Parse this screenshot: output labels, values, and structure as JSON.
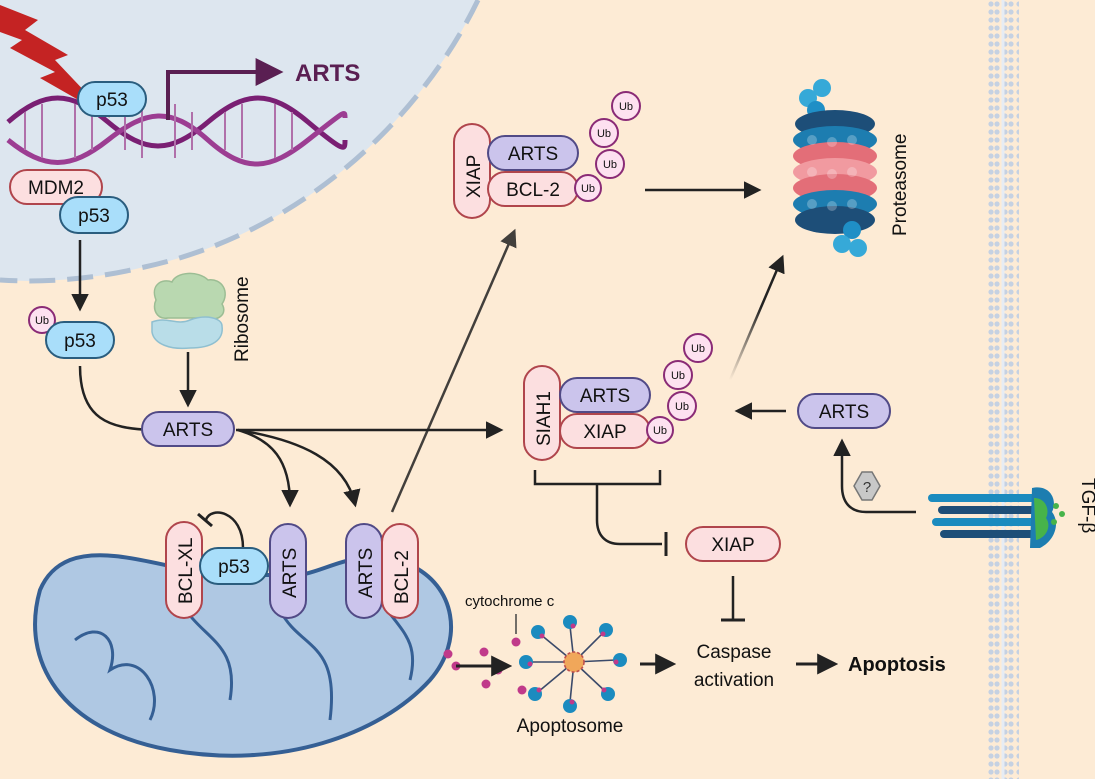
{
  "labels": {
    "arts_gene": "ARTS",
    "p53": "p53",
    "mdm2": "MDM2",
    "ub": "Ub",
    "arts": "ARTS",
    "ribosome": "Ribosome",
    "xiap": "XIAP",
    "bcl2": "BCL-2",
    "bclxl": "BCL-XL",
    "siah1": "SIAH1",
    "proteasome": "Proteasome",
    "cytochrome_c": "cytochrome c",
    "apoptosome": "Apoptosome",
    "caspase_line1": "Caspase",
    "caspase_line2": "activation",
    "apoptosis": "Apoptosis",
    "tgf_beta": "TGF-β",
    "question": "?"
  },
  "colors": {
    "background": "#fdebd5",
    "nucleus": "#dde6ef",
    "lightning": "#c42323",
    "dna": "#7a1f73",
    "p53_fill": "#a9defa",
    "p53_stroke": "#2a5d7e",
    "arts_fill": "#cbc4ec",
    "arts_stroke": "#514a86",
    "red_fill": "#fcdfe0",
    "red_stroke": "#b0454c",
    "ub_fill": "#fde1f0",
    "ub_stroke": "#8a2b76",
    "mito_fill": "#afc8e3",
    "mito_stroke": "#355f94",
    "membrane": "#c7d3e3",
    "arrow": "#222222"
  }
}
